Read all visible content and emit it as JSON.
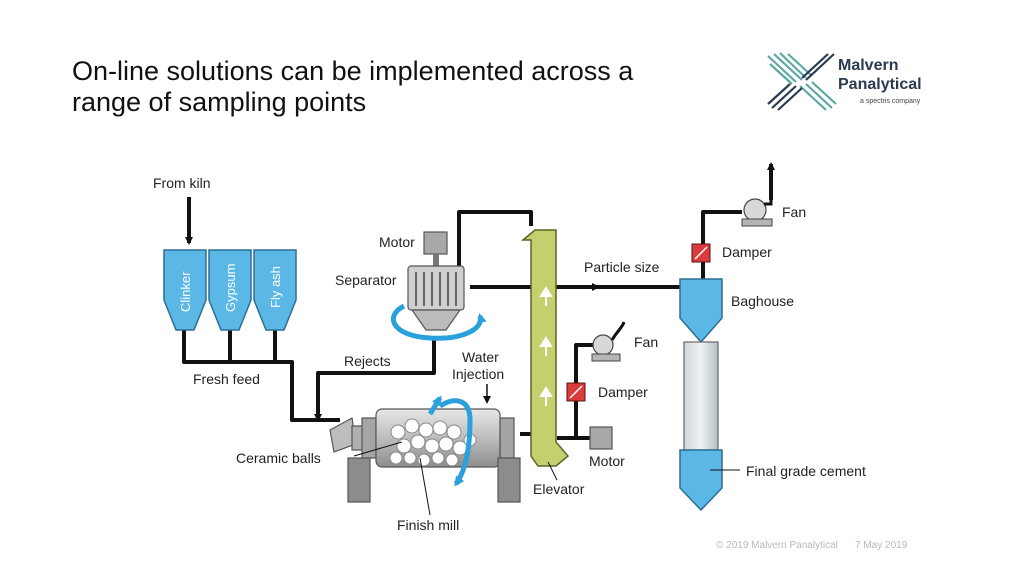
{
  "slide": {
    "title_line1": "On-line solutions can be implemented across a",
    "title_line2": "range of sampling points",
    "logo": {
      "brand_line1": "Malvern",
      "brand_line2": "Panalytical",
      "tagline": "a spectris company",
      "colors": {
        "teal": "#5aa9a2",
        "navy": "#2b3a4e"
      }
    },
    "footer": {
      "copyright": "© 2019 Malvern Panalytical",
      "date": "7 May 2019"
    }
  },
  "diagram": {
    "colors": {
      "hopper_blue": "#5bb8e6",
      "elevator_green": "#c4cf6e",
      "damper_red": "#d93c3c",
      "flow_line": "#111111",
      "rotation_arrow": "#2aa0dc",
      "machine_gray": "#a8a8a8"
    },
    "labels": {
      "from_kiln": "From kiln",
      "hopper_clinker": "Clinker",
      "hopper_gypsum": "Gypsum",
      "hopper_flyash": "Fly ash",
      "fresh_feed": "Fresh feed",
      "motor_top": "Motor",
      "separator": "Separator",
      "rejects": "Rejects",
      "water_line1": "Water",
      "water_line2": "Injection",
      "ceramic_balls": "Ceramic balls",
      "finish_mill": "Finish mill",
      "elevator": "Elevator",
      "motor_bottom": "Motor",
      "particle_size": "Particle size",
      "fan_mid": "Fan",
      "damper_mid": "Damper",
      "fan_top": "Fan",
      "damper_top": "Damper",
      "baghouse": "Baghouse",
      "final_cement": "Final grade cement"
    }
  }
}
